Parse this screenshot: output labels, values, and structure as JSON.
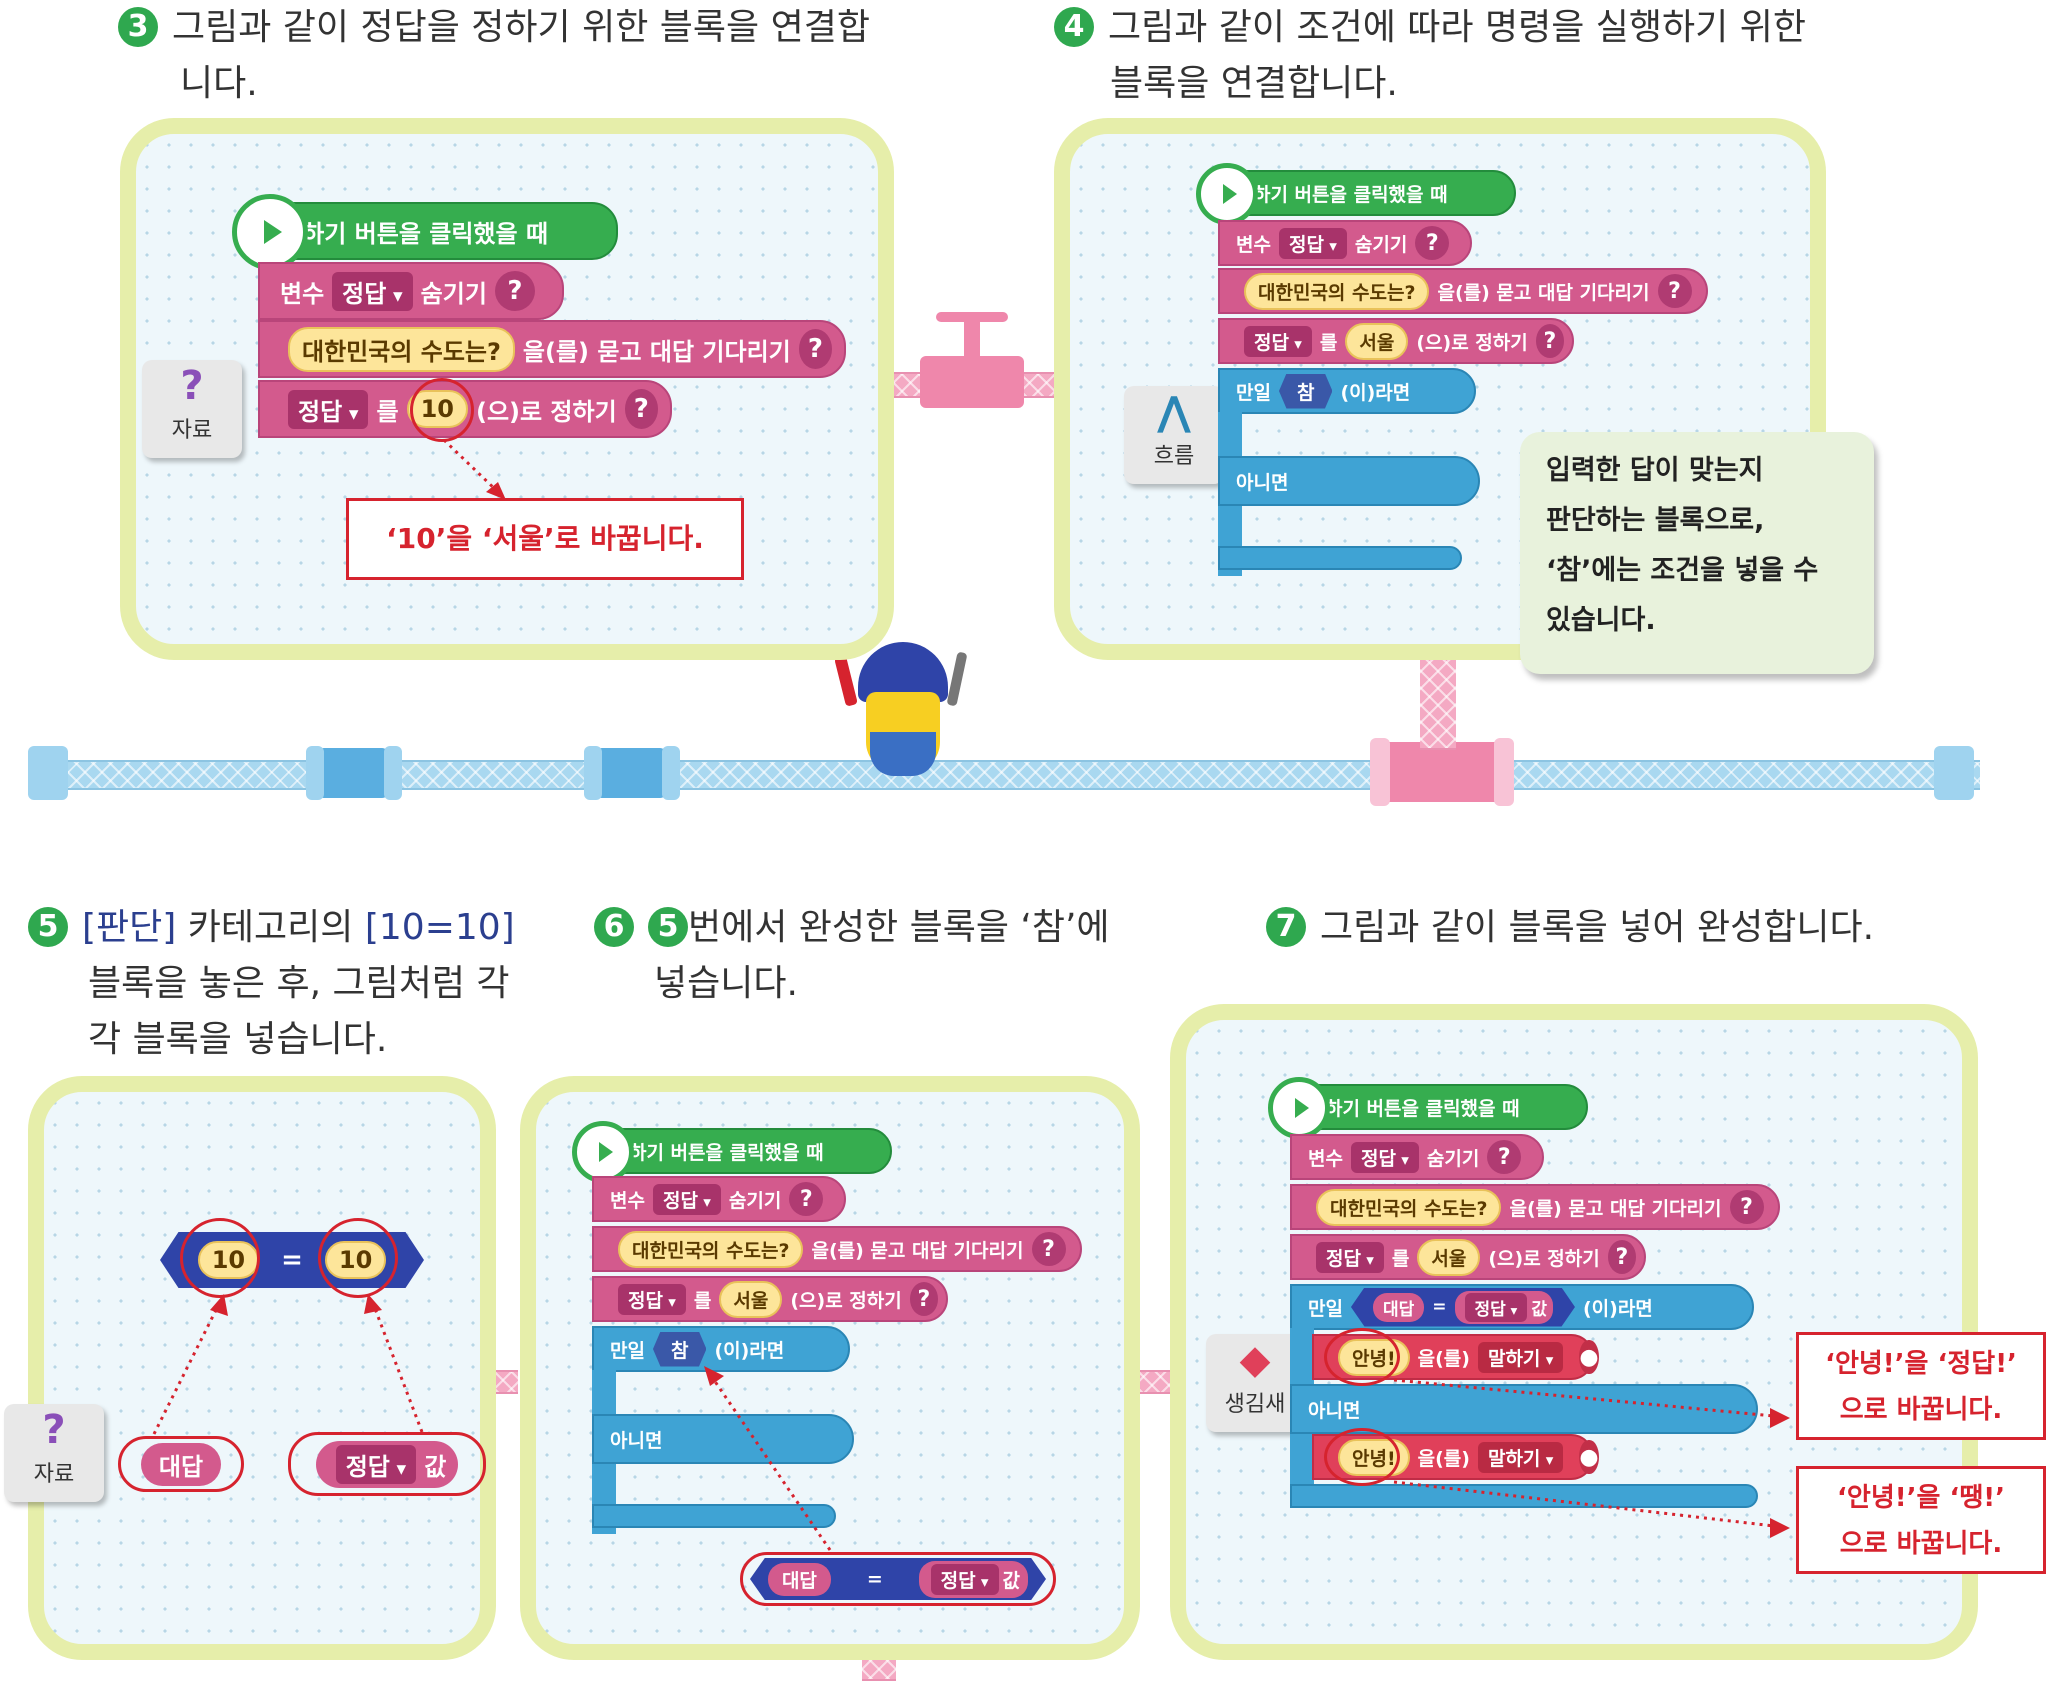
{
  "steps": {
    "s3": {
      "num": "3",
      "text1": "그림과 같이 정답을 정하기 위한 블록을 연결합",
      "text2": "니다."
    },
    "s4": {
      "num": "4",
      "text1": "그림과 같이 조건에 따라 명령을 실행하기 위한",
      "text2": "블록을 연결합니다."
    },
    "s5": {
      "num": "5",
      "cat1": "[판단]",
      "t1": " 카테고리의 ",
      "cat2": "[10=10]",
      "text2": "블록을 놓은 후, 그림처럼 각",
      "text3": "각 블록을 넣습니다."
    },
    "s6": {
      "num": "6",
      "num2": "5",
      "text1": "번에서 완성한 블록을 ‘참’에",
      "text2": "넣습니다."
    },
    "s7": {
      "num": "7",
      "text1": "그림과 같이 블록을 넣어 완성합니다."
    }
  },
  "blocks": {
    "start": "시작하기 버튼을 클릭했을 때",
    "variable": "변수",
    "var_name": "정답",
    "hide": "숨기기",
    "question": "대한민국의 수도는?",
    "ask_wait": "을(를) 묻고 대답 기다리기",
    "set_var": "정답",
    "to": "를",
    "value_10": "10",
    "value_seoul": "서울",
    "set_suffix": "(으)로 정하기",
    "q_mark": "?",
    "if": "만일",
    "true": "참",
    "then": "(이)라면",
    "else": "아니면",
    "answer": "대답",
    "equals": "=",
    "value_label": "값",
    "hello": "안녕!",
    "say_obj": "을(를)",
    "say": "말하기"
  },
  "categories": {
    "data": "자료",
    "flow": "흐름",
    "looks": "생김새",
    "data_icon": "?",
    "flow_icon": "⋀"
  },
  "notes": {
    "n3": "‘10’을 ‘서울’로 바꿉니다.",
    "n7a_l1": "‘안녕!’을 ‘정답!’",
    "n7a_l2": "으로 바꿉니다.",
    "n7b_l1": "‘안녕!’을 ‘땡!’",
    "n7b_l2": "으로 바꿉니다.",
    "bubble": [
      "입력한 답이 맞는지",
      "판단하는 블록으로,",
      "‘참’에는 조건을 넣을 수",
      "있습니다."
    ]
  },
  "colors": {
    "data": "#d35a8d",
    "flow": "#3fa3d4",
    "looks": "#e0405a",
    "start": "#36ad4f",
    "panel_border": "#e6eeaa",
    "note": "#d6232e"
  }
}
